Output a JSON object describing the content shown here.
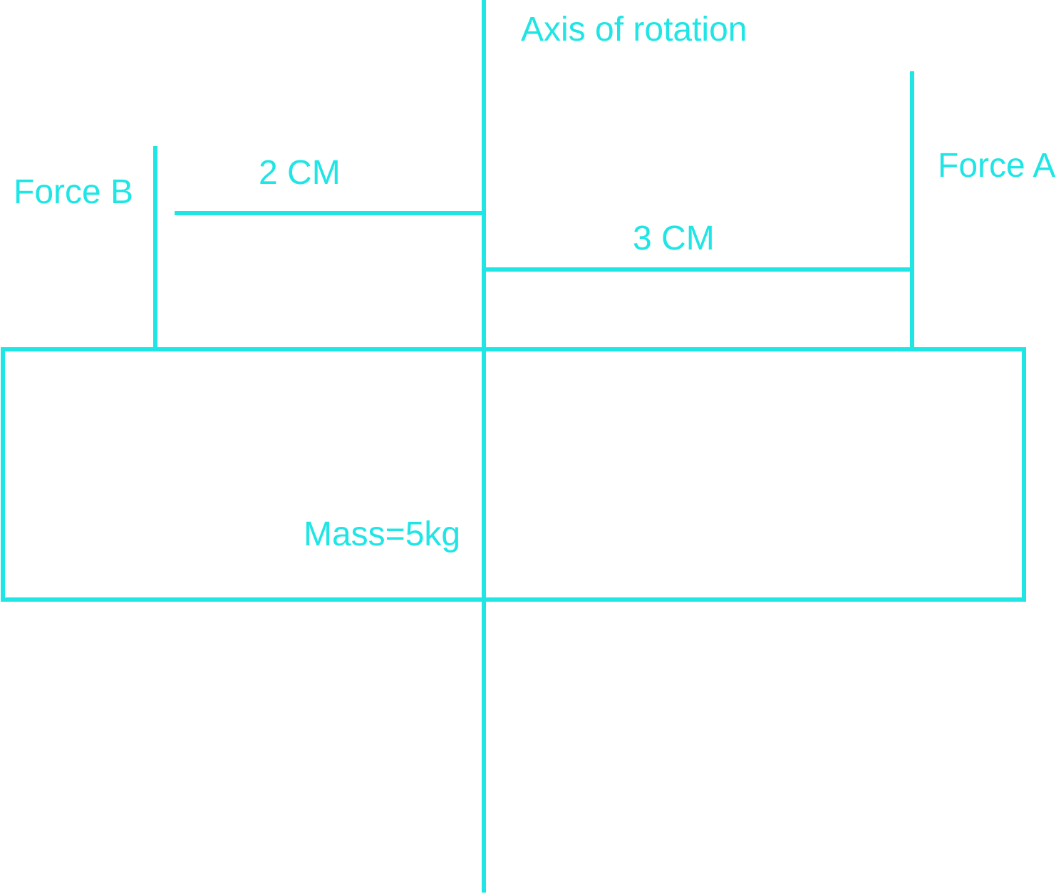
{
  "colors": {
    "stroke": "#1fe5e5",
    "text": "#1fe5e5",
    "background": "#ffffff"
  },
  "labels": {
    "axis": "Axis of rotation",
    "force_a": "Force A",
    "force_b": "Force B",
    "dist_a": "3 CM",
    "dist_b": "2 CM",
    "mass": "Mass=5kg"
  }
}
